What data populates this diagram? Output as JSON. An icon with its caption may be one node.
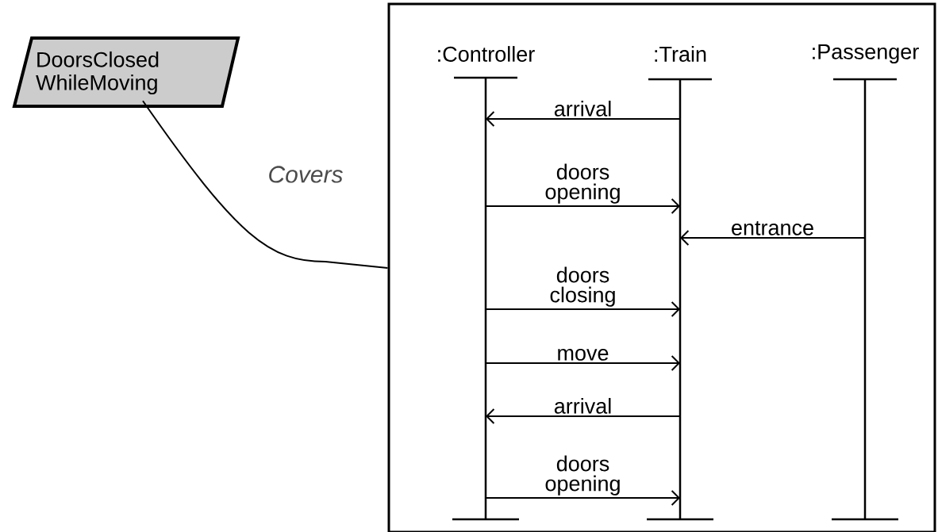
{
  "diagram": {
    "nodes": [
      {
        "text": [
          "DoorsClosed WhileMoving"
        ]
      },
      {
        "text": [],
        "shape": "box"
      },
      {
        "text": [
          ":Controller"
        ],
        "in": 1
      },
      {
        "text": [
          ":Train"
        ],
        "in": 1
      },
      {
        "text": [
          ":Passenger"
        ],
        "in": 1
      }
    ],
    "edges": [
      {
        "from": 0,
        "to": 1,
        "arrow": "none",
        "label": "Covers"
      },
      {
        "from": 3,
        "to": 2,
        "arrow": "to",
        "label": "arrival"
      },
      {
        "from": 2,
        "to": 3,
        "arrow": "to",
        "label": "doors opening"
      },
      {
        "from": 4,
        "to": 3,
        "arrow": "to",
        "label": "entrance"
      },
      {
        "from": 2,
        "to": 3,
        "arrow": "to",
        "label": "doors closing"
      },
      {
        "from": 2,
        "to": 3,
        "arrow": "to",
        "label": "move"
      },
      {
        "from": 3,
        "to": 2,
        "arrow": "to",
        "label": "arrival"
      },
      {
        "from": 2,
        "to": 3,
        "arrow": "to",
        "label": "doors opening"
      }
    ]
  }
}
